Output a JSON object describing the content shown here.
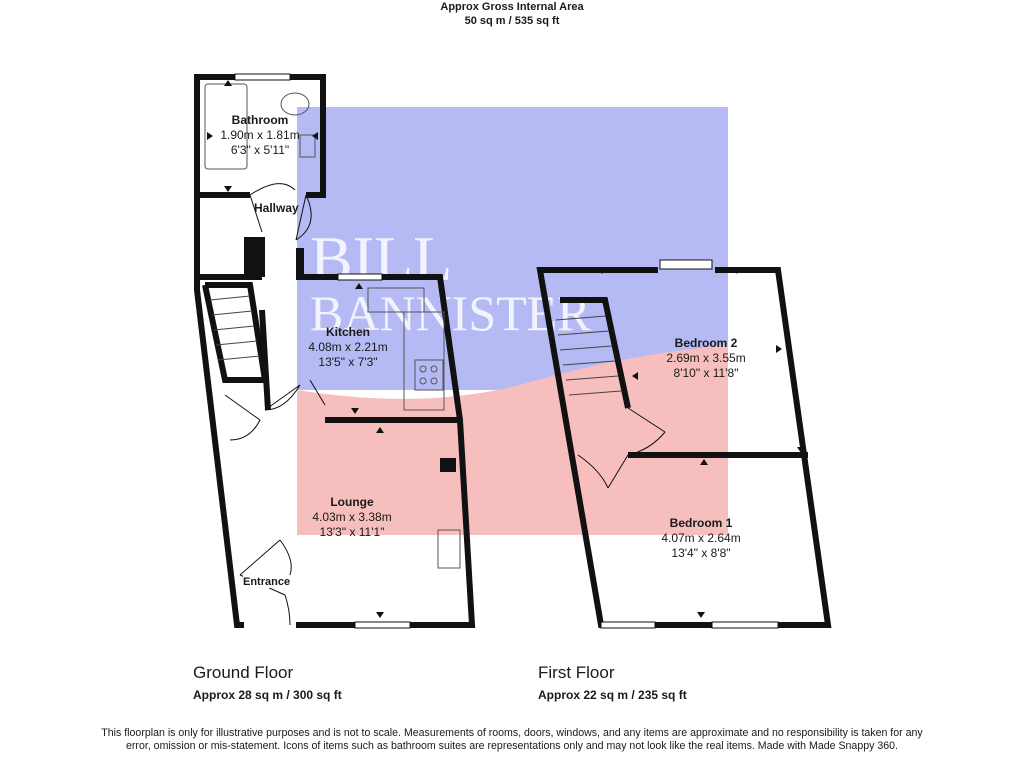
{
  "header": {
    "title": "Approx Gross Internal Area",
    "area": "50 sq m / 535 sq ft"
  },
  "watermark": {
    "line1": "BILL",
    "line2": "BANNISTER",
    "top_color": "#9aa0f0",
    "bottom_color": "#f4a6a6"
  },
  "ground_floor": {
    "name": "Ground Floor",
    "area": "Approx 28 sq m / 300 sq ft",
    "rooms": {
      "bathroom": {
        "name": "Bathroom",
        "metric": "1.90m x 1.81m",
        "imperial": "6'3\" x 5'11\""
      },
      "hallway": {
        "name": "Hallway"
      },
      "kitchen": {
        "name": "Kitchen",
        "metric": "4.08m x 2.21m",
        "imperial": "13'5\" x 7'3\""
      },
      "lounge": {
        "name": "Lounge",
        "metric": "4.03m x 3.38m",
        "imperial": "13'3\" x 11'1\""
      },
      "entrance": {
        "name": "Entrance"
      }
    }
  },
  "first_floor": {
    "name": "First Floor",
    "area": "Approx 22 sq m / 235 sq ft",
    "rooms": {
      "bedroom2": {
        "name": "Bedroom 2",
        "metric": "2.69m x 3.55m",
        "imperial": "8'10\" x 11'8\""
      },
      "bedroom1": {
        "name": "Bedroom 1",
        "metric": "4.07m x 2.64m",
        "imperial": "13'4\" x 8'8\""
      }
    }
  },
  "disclaimer": "This floorplan is only for illustrative purposes and is not to scale. Measurements of rooms, doors, windows, and any items are approximate and no responsibility is taken for any error, omission or mis-statement. Icons of items such as bathroom suites are representations only and may not look like the real items. Made with Made Snappy 360."
}
